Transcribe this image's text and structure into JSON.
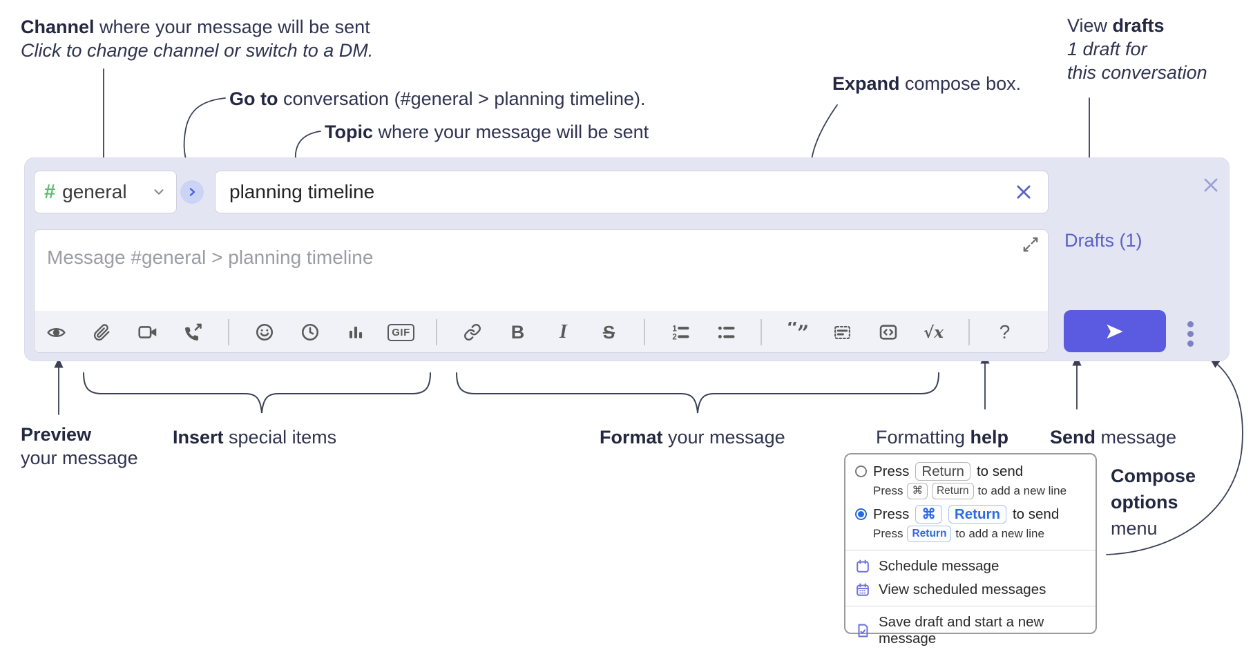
{
  "colors": {
    "compose_bg": "#e3e5f3",
    "send_button": "#5a5be1",
    "channel_hash_green": "#5fba72",
    "goto_circle_bg": "#ccd4f6",
    "goto_chevron_blue": "#4161e8",
    "drafts_link": "#5c61c6",
    "annotation_text": "#2f3350",
    "radio_checked_blue": "#2469e3",
    "menu_icon_purple": "#6e71dd"
  },
  "annotations": {
    "channel": {
      "bold": "Channel",
      "text": " where your message will be sent",
      "line2": "Click to change channel or switch to a DM."
    },
    "goto": {
      "bold": "Go to",
      "text": " conversation (#general > planning timeline)."
    },
    "topic": {
      "bold": "Topic",
      "text": " where your message will be sent"
    },
    "expand": {
      "bold": "Expand",
      "text": " compose box."
    },
    "view_drafts": {
      "pre": "View ",
      "bold": "drafts",
      "line2": "1 draft for",
      "line3": "this conversation"
    },
    "preview": {
      "bold": "Preview",
      "line2": "your message"
    },
    "insert": {
      "bold": "Insert",
      "text": " special items"
    },
    "format": {
      "bold": "Format",
      "text": " your message"
    },
    "help": {
      "pre": "Formatting ",
      "bold": "help"
    },
    "send": {
      "bold": "Send",
      "text": " message"
    },
    "compose_options": {
      "line1": "Compose",
      "line2": "options",
      "line3": "menu"
    }
  },
  "compose": {
    "channel_hash": "#",
    "channel_name": "general",
    "topic_value": "planning timeline",
    "message_placeholder": "Message #general > planning timeline",
    "drafts_label": "Drafts (1)",
    "toolbar": [
      {
        "name": "preview-icon",
        "key": "eye"
      },
      {
        "name": "attach-file-icon",
        "key": "paperclip"
      },
      {
        "name": "video-call-icon",
        "key": "video"
      },
      {
        "name": "voice-call-icon",
        "key": "phone"
      },
      {
        "type": "divider"
      },
      {
        "name": "emoji-icon",
        "key": "smiley"
      },
      {
        "name": "time-icon",
        "key": "clock"
      },
      {
        "name": "poll-icon",
        "key": "chart"
      },
      {
        "name": "gif-icon",
        "key": "gif",
        "label": "GIF"
      },
      {
        "type": "divider"
      },
      {
        "name": "link-icon",
        "key": "link"
      },
      {
        "name": "bold-icon",
        "key": "bold",
        "label": "B"
      },
      {
        "name": "italic-icon",
        "key": "italic",
        "label": "I"
      },
      {
        "name": "strikethrough-icon",
        "key": "strike",
        "label": "S"
      },
      {
        "type": "divider"
      },
      {
        "name": "numbered-list-icon",
        "key": "ol"
      },
      {
        "name": "bulleted-list-icon",
        "key": "ul"
      },
      {
        "type": "divider"
      },
      {
        "name": "quote-icon",
        "key": "quote"
      },
      {
        "name": "spoiler-icon",
        "key": "spoiler"
      },
      {
        "name": "code-icon",
        "key": "code"
      },
      {
        "name": "math-icon",
        "key": "math",
        "label": "√x"
      },
      {
        "type": "divider"
      },
      {
        "name": "help-icon",
        "key": "help",
        "label": "?"
      }
    ]
  },
  "popup": {
    "option1": {
      "press": "Press",
      "key": "Return",
      "suffix": "to send",
      "sub_press": "Press",
      "sub_key1": "⌘",
      "sub_key2": "Return",
      "sub_suffix": "to add a new line"
    },
    "option2": {
      "press": "Press",
      "key1": "⌘",
      "key2": "Return",
      "suffix": "to send",
      "sub_press": "Press",
      "sub_key": "Return",
      "sub_suffix": "to add a new line"
    },
    "items": [
      {
        "label": "Schedule message"
      },
      {
        "label": "View scheduled messages"
      },
      {
        "label": "Save draft and start a new message"
      }
    ]
  }
}
